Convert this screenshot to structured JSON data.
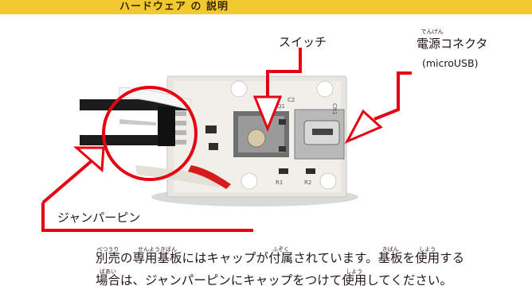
{
  "header": {
    "title": "ハードウェア の 説明"
  },
  "labels": {
    "switch": "スイッチ",
    "connector": "電源コネクタ",
    "connector_ruby": "でんげん",
    "connector_sub": "(microUSB)",
    "jumper": "ジャンパーピン"
  },
  "caption": {
    "line1": [
      {
        "t": "別売",
        "r": "べつうり"
      },
      {
        "t": "の"
      },
      {
        "t": "専用基板",
        "r": "せんようきばん"
      },
      {
        "t": "にはキャップが"
      },
      {
        "t": "付属",
        "r": "ふぞく"
      },
      {
        "t": "されています。"
      },
      {
        "t": "基板",
        "r": "きばん"
      },
      {
        "t": "を"
      },
      {
        "t": "使用",
        "r": "しよう"
      },
      {
        "t": "する"
      }
    ],
    "line2": [
      {
        "t": "場合",
        "r": "ばあい"
      },
      {
        "t": "は、ジャンパーピンにキャップをつけて"
      },
      {
        "t": "使用",
        "r": "しよう"
      },
      {
        "t": "してください。"
      }
    ]
  },
  "colors": {
    "accent_red": "#e60012",
    "banner_yellow": "#f2c92e",
    "board": "#e8e6e1"
  },
  "board_markings": [
    "Q1",
    "C2",
    "CN1",
    "R1",
    "R2"
  ]
}
